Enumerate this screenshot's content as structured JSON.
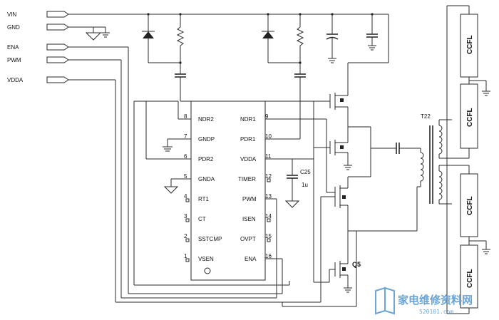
{
  "inputs": [
    "VIN",
    "GND",
    "ENA",
    "PWM",
    "VDDA"
  ],
  "ic": {
    "left_pins": [
      {
        "num": "8",
        "name": "NDR2"
      },
      {
        "num": "7",
        "name": "GNDP"
      },
      {
        "num": "6",
        "name": "PDR2"
      },
      {
        "num": "5",
        "name": "GNDA"
      },
      {
        "num": "4",
        "name": "RT1"
      },
      {
        "num": "3",
        "name": "CT"
      },
      {
        "num": "2",
        "name": "SSTCMP"
      },
      {
        "num": "1",
        "name": "VSEN"
      }
    ],
    "right_pins": [
      {
        "num": "9",
        "name": "NDR1"
      },
      {
        "num": "10",
        "name": "PDR1"
      },
      {
        "num": "11",
        "name": "VDDA"
      },
      {
        "num": "12",
        "name": "TIMER"
      },
      {
        "num": "13",
        "name": "PWM"
      },
      {
        "num": "14",
        "name": "ISEN"
      },
      {
        "num": "15",
        "name": "OVPT"
      },
      {
        "num": "16",
        "name": "ENA"
      }
    ]
  },
  "components": {
    "cap_label": "C25",
    "cap_value": "1u",
    "transistor": "Q5",
    "transformer": "T22",
    "lamps": [
      "CCFL",
      "CCFL",
      "CCFL",
      "CCFL"
    ]
  },
  "watermark": {
    "text": "家电维修资料网",
    "url": "520101.com"
  }
}
